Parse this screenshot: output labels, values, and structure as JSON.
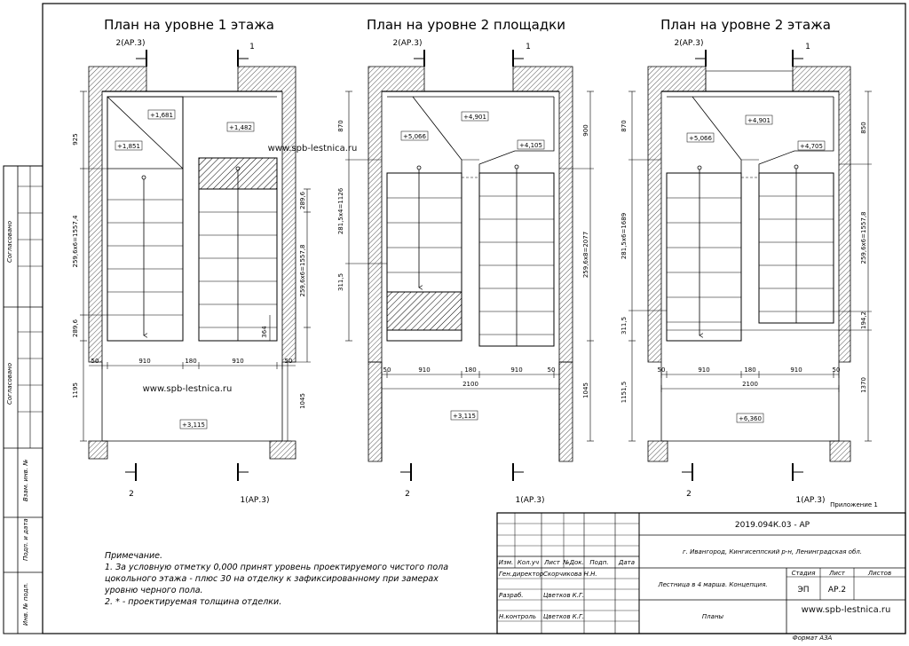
{
  "plans": [
    {
      "title": "План на уровне 1 этажа",
      "levels": [
        "+1,681",
        "+1,482",
        "+1,851",
        "+3,115"
      ],
      "dims_left": [
        "925",
        "259,6х6=1557,4",
        "289,6",
        "1195"
      ],
      "dims_right": [
        "289,6",
        "259,6х6=1557,8",
        "364",
        "1045"
      ],
      "dims_bottom": [
        "50",
        "910",
        "180",
        "910",
        "50"
      ]
    },
    {
      "title": "План на уровне 2 площадки",
      "levels": [
        "+4,901",
        "+5,066",
        "+4,105",
        "+3,115"
      ],
      "dims_left": [
        "870",
        "281,5х4=1126",
        "311,5"
      ],
      "dims_right": [
        "900",
        "259,6х8=2077",
        "1045"
      ],
      "dims_bottom": [
        "50",
        "910",
        "180",
        "910",
        "50"
      ],
      "width_total": "2100"
    },
    {
      "title": "План на уровне 2 этажа",
      "levels": [
        "+4,901",
        "+5,066",
        "+4,705",
        "+6,360"
      ],
      "dims_left": [
        "870",
        "281,5х6=1689",
        "311,5",
        "1151,5"
      ],
      "dims_right": [
        "850",
        "259,6х6=1557,8",
        "194,2",
        "1370"
      ],
      "dims_bottom": [
        "50",
        "910",
        "180",
        "910",
        "50"
      ],
      "width_total": "2100"
    }
  ],
  "section_marks": {
    "top_left": "2(АР.3)",
    "top_right": "1",
    "bottom_left": "2",
    "bottom_right": "1(АР.3)"
  },
  "watermark": "www.spb-lestnica.ru",
  "appendix": "Приложение 1",
  "notes": {
    "heading": "Примечание.",
    "line1": "1. За условную отметку 0,000 принят уровень проектируемого чистого пола",
    "line2": "цокольного этажа - плюс 30 на отделку к зафиксированному при замерах",
    "line3": "уровню черного пола.",
    "line4": "2. * - проектируемая толщина отделки."
  },
  "left_column": {
    "agreed1": "Согласовано",
    "agreed2": "Согласовано",
    "inv_replace": "Взам. инв. №",
    "sign_date": "Подп. и дата",
    "inv_orig": "Инв. № подл."
  },
  "title_block": {
    "code": "2019.094К.03 - АР",
    "address": "г. Ивангород, Кингисеппский р-н, Ленинградская обл.",
    "object": "Лестница в 4 марша. Концепция.",
    "sheet_name": "Планы",
    "stage_label": "Стадия",
    "sheet_label": "Лист",
    "sheets_label": "Листов",
    "stage": "ЭП",
    "sheet": "АР.2",
    "cols": [
      "Изм.",
      "Кол.уч",
      "Лист",
      "№Док.",
      "Подп.",
      "Дата"
    ],
    "roles": [
      {
        "role": "Ген.директор",
        "name": "Скорчикова Н.Н."
      },
      {
        "role": "Разраб.",
        "name": "Цветков К.Г."
      },
      {
        "role": "Н.контроль",
        "name": "Цветков К.Г."
      }
    ],
    "format": "Формат А3А"
  }
}
